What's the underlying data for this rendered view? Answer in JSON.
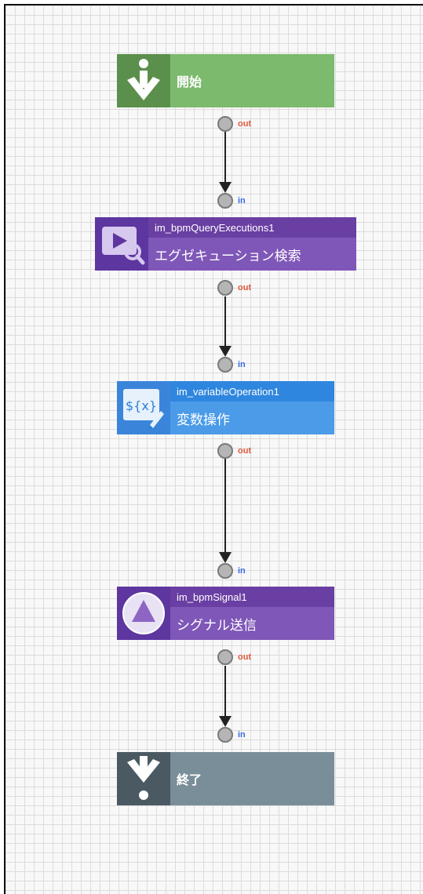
{
  "nodes": [
    {
      "title": "",
      "label": "開始",
      "icon": "arrow-down-icon",
      "color": "#7cba6d",
      "icon_bg": "#5b8f4c"
    },
    {
      "title": "im_bpmQueryExecutions1",
      "label": "エグゼキューション検索",
      "icon": "play-search-icon",
      "color": "#7f57b8",
      "title_bg": "#6a3fa3",
      "icon_bg": "#5d36a0"
    },
    {
      "title": "im_variableOperation1",
      "label": "変数操作",
      "icon": "variable-edit-icon",
      "color": "#4b9be8",
      "title_bg": "#2f86de",
      "icon_bg": "#3a85da"
    },
    {
      "title": "im_bpmSignal1",
      "label": "シグナル送信",
      "icon": "triangle-signal-icon",
      "color": "#7f57b8",
      "title_bg": "#6a3fa3",
      "icon_bg": "#5d36a0"
    },
    {
      "title": "",
      "label": "終了",
      "icon": "arrow-down-icon",
      "color": "#7a8e99",
      "icon_bg": "#4b5a62"
    }
  ],
  "ports": {
    "out": "out",
    "in": "in"
  }
}
